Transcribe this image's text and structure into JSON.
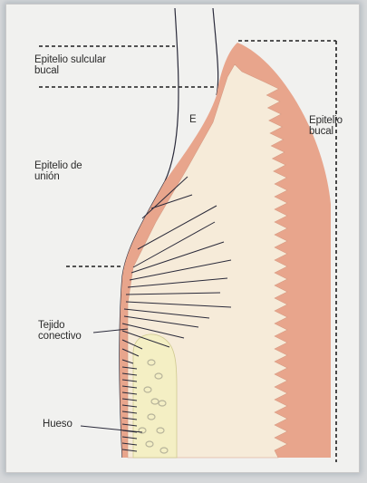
{
  "labels": {
    "epitelio_sulcular_bucal": "Epitelio sulcular\nbucal",
    "epitelio_de_union": "Epitelio de\nunión",
    "e": "E",
    "epitelio_bucal": "Epitelio\nbucal",
    "tejido_conectivo": "Tejido\nconectivo",
    "hueso": "Hueso"
  },
  "colors": {
    "epithelium": "#e8a58c",
    "connective": "#f6ebd9",
    "bone": "#f4efc4",
    "bone_trabeculae": "#b7b49a",
    "lines": "#2a2a3a"
  }
}
